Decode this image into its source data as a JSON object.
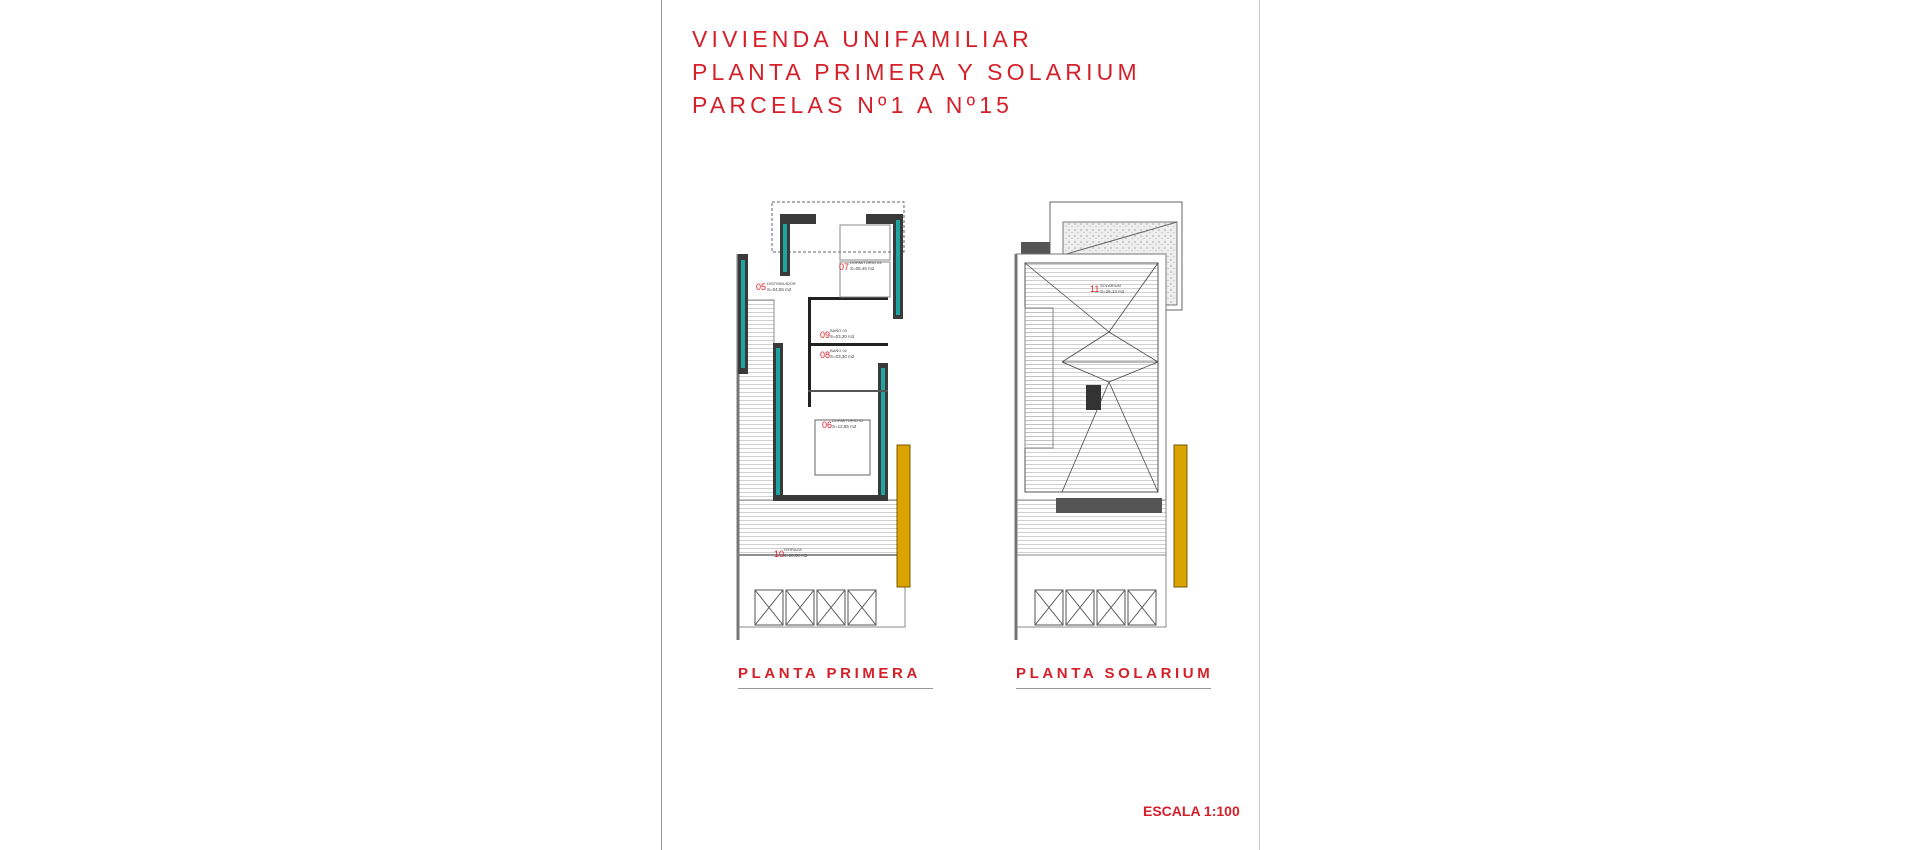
{
  "title": {
    "line1": "VIVIENDA UNIFAMILIAR",
    "line2": "PLANTA PRIMERA Y SOLARIUM",
    "line3": "PARCELAS Nº1 A Nº15"
  },
  "plans": [
    {
      "label": "PLANTA PRIMERA",
      "rooms": [
        {
          "num": "05",
          "name": "DISTRIBUIDOR",
          "area": "S=04,55 m2"
        },
        {
          "num": "07",
          "name": "DORMITORIO 03",
          "area": "S=08,45 m2"
        },
        {
          "num": "09",
          "name": "BAÑO 03",
          "area": "S=03,20 m2"
        },
        {
          "num": "08",
          "name": "BAÑO 02",
          "area": "S=03,30 m2"
        },
        {
          "num": "06",
          "name": "DORMITORIO 02",
          "area": "S=12,85 m2"
        },
        {
          "num": "10",
          "name": "TERRAZA",
          "area": "S=10,00 m2"
        }
      ]
    },
    {
      "label": "PLANTA SOLARIUM",
      "rooms": [
        {
          "num": "11",
          "name": "SOLARIUM",
          "area": "S=26,13 m2"
        }
      ]
    }
  ],
  "scale": "ESCALA 1:100",
  "colors": {
    "accent_red": "#d5202a",
    "wall_teal": "#1fa3a3",
    "wall_dark": "#3a3a3a",
    "yellow": "#d9a300"
  }
}
